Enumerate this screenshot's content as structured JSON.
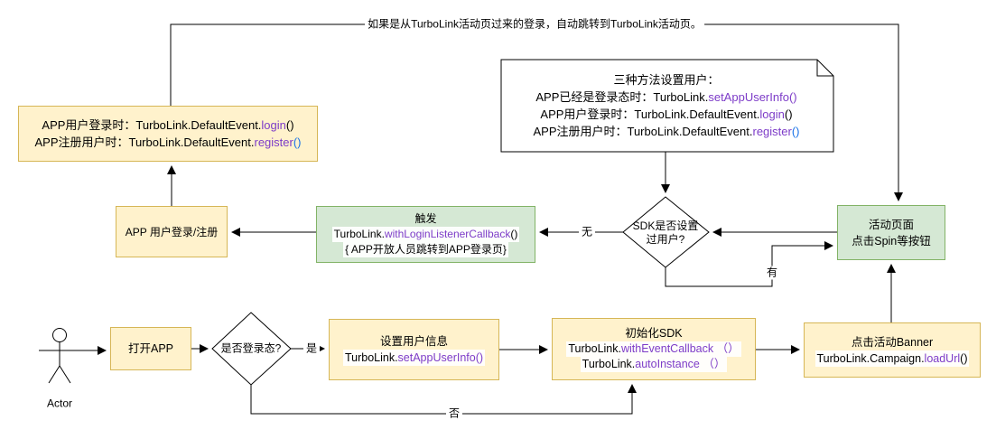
{
  "colors": {
    "link_purple": "#7d3cc8",
    "link_blue": "#1a73e8",
    "box_yellow_fill": "#fff2cc",
    "box_yellow_stroke": "#d6b656",
    "box_green_fill": "#d5e8d4",
    "box_green_stroke": "#82b366"
  },
  "edge_labels": {
    "top_note": "如果是从TurboLink活动页过来的登录，自动跳转到TurboLink活动页。",
    "none": "无",
    "has": "有",
    "yes": "是",
    "no": "否"
  },
  "actor": {
    "label": "Actor"
  },
  "boxes": {
    "big_note": {
      "l1": {
        "pre": "APP用户登录时：TurboLink.DefaultEvent.",
        "method": "login",
        "post": "()"
      },
      "l2": {
        "pre": "APP注册用户时：TurboLink.DefaultEvent.",
        "method": "register",
        "post": "()"
      }
    },
    "note": {
      "title": "三种方法设置用户：",
      "l1": {
        "pre": "APP已经是登录态时：TurboLink.",
        "method": "setAppUserInfo()",
        "post": ""
      },
      "l2": {
        "pre": "APP用户登录时：TurboLink.DefaultEvent.",
        "method": "login",
        "post": "()"
      },
      "l3": {
        "pre": "APP注册用户时：TurboLink.DefaultEvent.",
        "method": "register",
        "post": "()"
      }
    },
    "login_register": {
      "label": "APP 用户登录/注册"
    },
    "trigger": {
      "title": "触发",
      "l2": {
        "pre": "TurboLink.",
        "method": "withLoginListenerCallback",
        "post": "()"
      },
      "l3": "{ APP开放人员跳转到APP登录页}"
    },
    "sdk_diamond": {
      "label": "SDK是否设置过用户?"
    },
    "activity": {
      "l1": "活动页面",
      "l2": "点击Spin等按钮"
    },
    "open_app": {
      "label": "打开APP"
    },
    "login_diamond": {
      "label": "是否登录态?"
    },
    "set_user": {
      "title": "设置用户信息",
      "l2": {
        "pre": "TurboLink.",
        "method": "setAppUserInfo()",
        "post": ""
      }
    },
    "init_sdk": {
      "title": "初始化SDK",
      "l2": {
        "pre": "TurboLink.",
        "method": "withEventCallback （）",
        "post": ""
      },
      "l3": {
        "pre": "TurboLink.",
        "method": "autoInstance （）",
        "post": ""
      }
    },
    "banner": {
      "title": "点击活动Banner",
      "l2": {
        "pre": "TurboLink.Campaign.",
        "method": "loadUrl",
        "post": "()"
      }
    }
  }
}
